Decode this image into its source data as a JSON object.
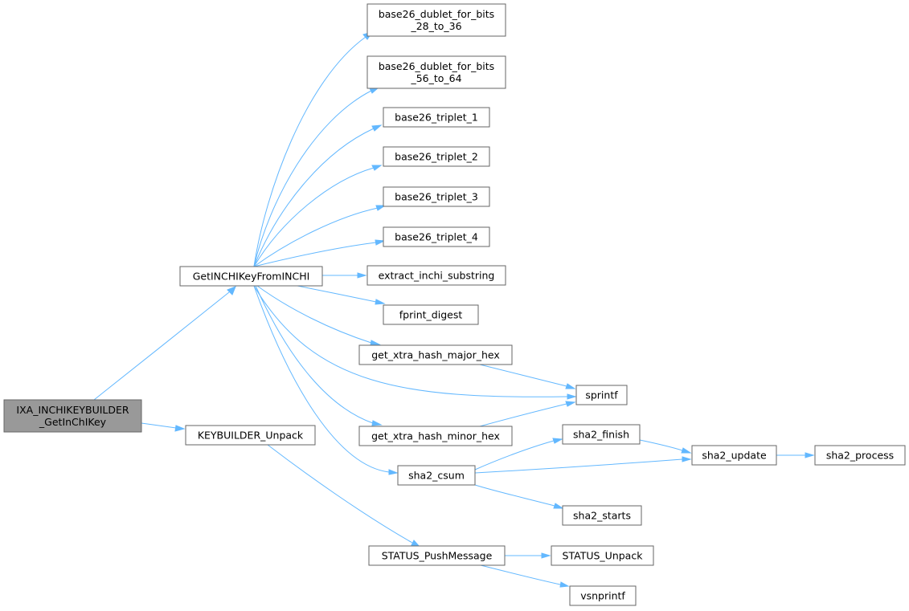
{
  "nodes": [
    {
      "id": "root",
      "lines": [
        "IXA_INCHIKEYBUILDER",
        "_GetInChIKey"
      ],
      "highlight": true
    },
    {
      "id": "getinchikey",
      "lines": [
        "GetINCHIKeyFromINCHI"
      ]
    },
    {
      "id": "keybuilder_unpack",
      "lines": [
        "KEYBUILDER_Unpack"
      ]
    },
    {
      "id": "b26_28_36",
      "lines": [
        "base26_dublet_for_bits",
        "_28_to_36"
      ]
    },
    {
      "id": "b26_56_64",
      "lines": [
        "base26_dublet_for_bits",
        "_56_to_64"
      ]
    },
    {
      "id": "b26_t1",
      "lines": [
        "base26_triplet_1"
      ]
    },
    {
      "id": "b26_t2",
      "lines": [
        "base26_triplet_2"
      ]
    },
    {
      "id": "b26_t3",
      "lines": [
        "base26_triplet_3"
      ]
    },
    {
      "id": "b26_t4",
      "lines": [
        "base26_triplet_4"
      ]
    },
    {
      "id": "extract",
      "lines": [
        "extract_inchi_substring"
      ]
    },
    {
      "id": "fprint",
      "lines": [
        "fprint_digest"
      ]
    },
    {
      "id": "xtra_major",
      "lines": [
        "get_xtra_hash_major_hex"
      ]
    },
    {
      "id": "xtra_minor",
      "lines": [
        "get_xtra_hash_minor_hex"
      ]
    },
    {
      "id": "sha2_csum",
      "lines": [
        "sha2_csum"
      ]
    },
    {
      "id": "sprintf",
      "lines": [
        "sprintf"
      ]
    },
    {
      "id": "sha2_finish",
      "lines": [
        "sha2_finish"
      ]
    },
    {
      "id": "sha2_update",
      "lines": [
        "sha2_update"
      ]
    },
    {
      "id": "sha2_process",
      "lines": [
        "sha2_process"
      ]
    },
    {
      "id": "sha2_starts",
      "lines": [
        "sha2_starts"
      ]
    },
    {
      "id": "status_push",
      "lines": [
        "STATUS_PushMessage"
      ]
    },
    {
      "id": "status_unpack",
      "lines": [
        "STATUS_Unpack"
      ]
    },
    {
      "id": "vsnprintf",
      "lines": [
        "vsnprintf"
      ]
    }
  ],
  "edges": [
    {
      "from": "root",
      "to": "getinchikey"
    },
    {
      "from": "root",
      "to": "keybuilder_unpack"
    },
    {
      "from": "getinchikey",
      "to": "b26_28_36"
    },
    {
      "from": "getinchikey",
      "to": "b26_56_64"
    },
    {
      "from": "getinchikey",
      "to": "b26_t1"
    },
    {
      "from": "getinchikey",
      "to": "b26_t2"
    },
    {
      "from": "getinchikey",
      "to": "b26_t3"
    },
    {
      "from": "getinchikey",
      "to": "b26_t4"
    },
    {
      "from": "getinchikey",
      "to": "extract"
    },
    {
      "from": "getinchikey",
      "to": "fprint"
    },
    {
      "from": "getinchikey",
      "to": "xtra_major"
    },
    {
      "from": "getinchikey",
      "to": "sprintf"
    },
    {
      "from": "getinchikey",
      "to": "xtra_minor"
    },
    {
      "from": "getinchikey",
      "to": "sha2_csum"
    },
    {
      "from": "xtra_major",
      "to": "sprintf"
    },
    {
      "from": "xtra_minor",
      "to": "sprintf"
    },
    {
      "from": "sha2_csum",
      "to": "sha2_finish"
    },
    {
      "from": "sha2_csum",
      "to": "sha2_update"
    },
    {
      "from": "sha2_csum",
      "to": "sha2_starts"
    },
    {
      "from": "sha2_finish",
      "to": "sha2_update"
    },
    {
      "from": "sha2_update",
      "to": "sha2_process"
    },
    {
      "from": "keybuilder_unpack",
      "to": "status_push"
    },
    {
      "from": "status_push",
      "to": "status_unpack"
    },
    {
      "from": "status_push",
      "to": "vsnprintf"
    }
  ]
}
